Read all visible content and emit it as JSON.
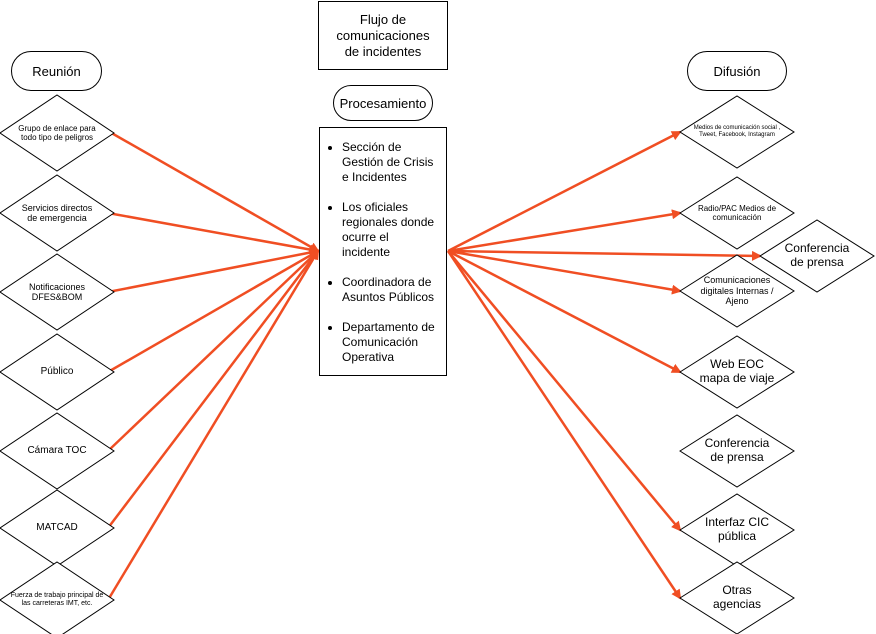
{
  "title": "Flujo de comunicaciones de incidentes",
  "labels": {
    "reunion": "Reunión",
    "procesamiento": "Procesamiento",
    "difusion": "Difusión"
  },
  "processing_items": [
    "Sección de Gestión de Crisis e Incidentes",
    "Los oficiales regionales donde ocurre el incidente",
    "Coordinadora de Asuntos Públicos",
    "Departamento de Comunicación Operativa"
  ],
  "inputs": [
    "Grupo de enlace para todo tipo de peligros",
    "Servicios directos de emergencia",
    "Notificaciones DFES&BOM",
    "Público",
    "Cámara TOC",
    "MATCAD",
    "Fuerza de trabajo principal de las carreteras IMT, etc."
  ],
  "outputs": [
    "Medios de comunicación social , Tweet, Facebook, Instagram",
    "Radio/PAC Medios de comunicación",
    "Conferencia de prensa",
    "Comunicaciones digitales Internas / Ajeno",
    "Web EOC mapa de viaje",
    "Conferencia de prensa",
    "Interfaz CIC pública",
    "Otras agencias"
  ],
  "colors": {
    "arrow": "#f04e23",
    "stroke": "#000000",
    "fill": "#ffffff"
  }
}
